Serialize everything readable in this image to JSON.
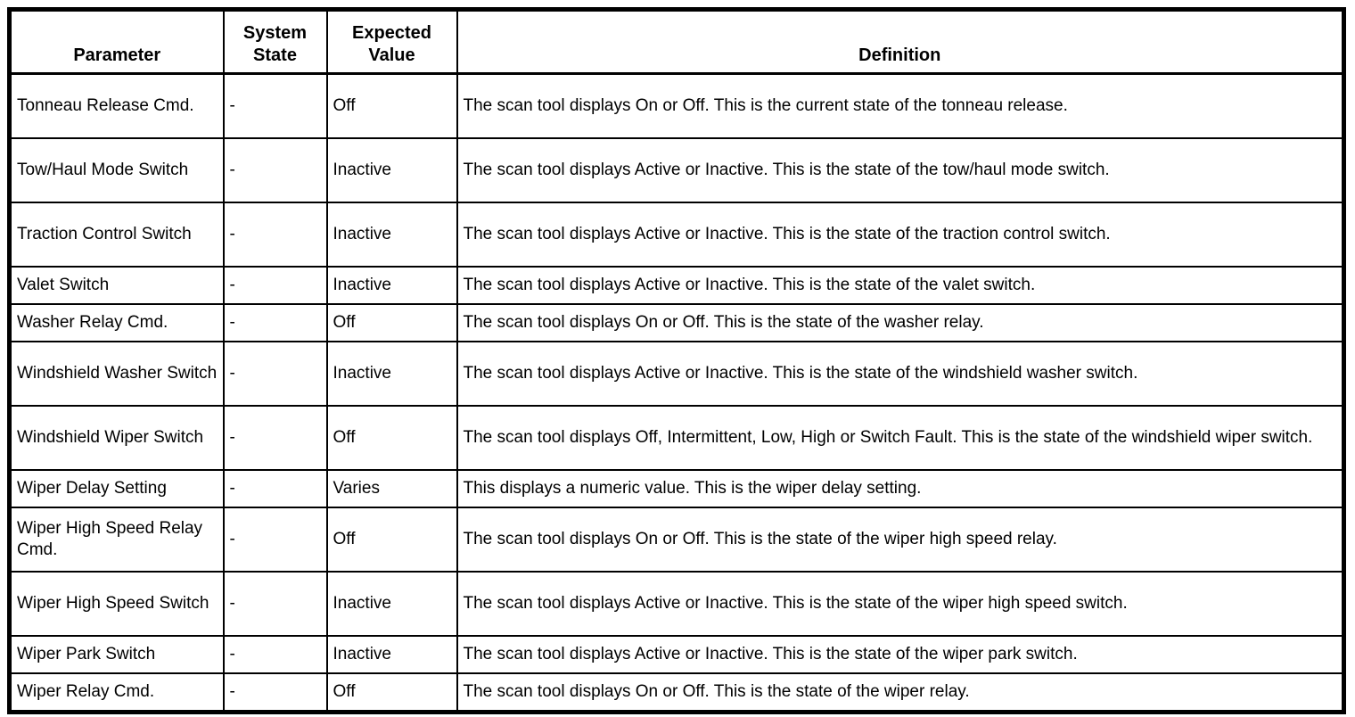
{
  "colors": {
    "background": "#ffffff",
    "border": "#000000",
    "text": "#000000"
  },
  "table": {
    "columns": [
      {
        "label": "Parameter"
      },
      {
        "label": "System State"
      },
      {
        "label": "Expected Value"
      },
      {
        "label": "Definition"
      }
    ],
    "rows": [
      {
        "parameter": "Tonneau Release Cmd.",
        "system_state": "-",
        "expected_value": "Off",
        "definition": "The scan tool displays On or Off. This is the current state of the tonneau release."
      },
      {
        "parameter": "Tow/Haul Mode Switch",
        "system_state": "-",
        "expected_value": "Inactive",
        "definition": "The scan tool displays Active or Inactive. This is the state of the tow/haul mode switch."
      },
      {
        "parameter": "Traction Control Switch",
        "system_state": "-",
        "expected_value": "Inactive",
        "definition": "The scan tool displays Active or Inactive. This is the state of the traction control switch."
      },
      {
        "parameter": "Valet Switch",
        "system_state": "-",
        "expected_value": "Inactive",
        "definition": "The scan tool displays Active or Inactive. This is the state of the valet switch."
      },
      {
        "parameter": "Washer Relay Cmd.",
        "system_state": "-",
        "expected_value": "Off",
        "definition": "The scan tool displays On or Off. This is the state of the washer relay."
      },
      {
        "parameter": "Windshield Washer Switch",
        "system_state": "-",
        "expected_value": "Inactive",
        "definition": "The scan tool displays Active or Inactive. This is the state of the windshield washer switch."
      },
      {
        "parameter": "Windshield Wiper Switch",
        "system_state": "-",
        "expected_value": "Off",
        "definition": "The scan tool displays Off, Intermittent, Low, High or Switch Fault. This is the state of the windshield wiper switch."
      },
      {
        "parameter": "Wiper Delay Setting",
        "system_state": "-",
        "expected_value": "Varies",
        "definition": "This displays a numeric value. This is the wiper delay setting."
      },
      {
        "parameter": "Wiper High Speed Relay Cmd.",
        "system_state": "-",
        "expected_value": "Off",
        "definition": "The scan tool displays On or Off. This is the state of the wiper high speed relay."
      },
      {
        "parameter": "Wiper High Speed Switch",
        "system_state": "-",
        "expected_value": "Inactive",
        "definition": "The scan tool displays Active or Inactive. This is the state of the wiper high speed switch."
      },
      {
        "parameter": "Wiper Park Switch",
        "system_state": "-",
        "expected_value": "Inactive",
        "definition": "The scan tool displays Active or Inactive. This is the state of the wiper park switch."
      },
      {
        "parameter": "Wiper Relay Cmd.",
        "system_state": "-",
        "expected_value": "Off",
        "definition": "The scan tool displays On or Off. This is the state of the wiper relay."
      }
    ]
  }
}
